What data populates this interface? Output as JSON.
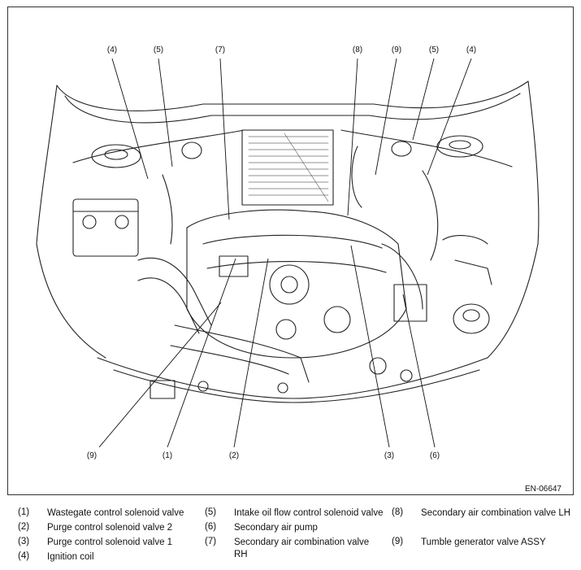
{
  "figure_id": "EN-06647",
  "callouts": {
    "top": [
      "(4)",
      "(5)",
      "(7)",
      "(8)",
      "(9)",
      "(5)",
      "(4)"
    ],
    "bottom": [
      "(9)",
      "(1)",
      "(2)",
      "(3)",
      "(6)"
    ]
  },
  "legend": [
    {
      "num": "(1)",
      "text": "Wastegate control solenoid valve"
    },
    {
      "num": "(2)",
      "text": "Purge control solenoid valve 2"
    },
    {
      "num": "(3)",
      "text": "Purge control solenoid valve 1"
    },
    {
      "num": "(4)",
      "text": "Ignition coil"
    },
    {
      "num": "(5)",
      "text": "Intake oil flow control solenoid valve"
    },
    {
      "num": "(6)",
      "text": "Secondary air pump"
    },
    {
      "num": "(7)",
      "text": "Secondary air combination valve RH"
    },
    {
      "num": "(8)",
      "text": "Secondary air combination valve LH"
    },
    {
      "num": "(9)",
      "text": "Tumble generator valve ASSY"
    }
  ]
}
